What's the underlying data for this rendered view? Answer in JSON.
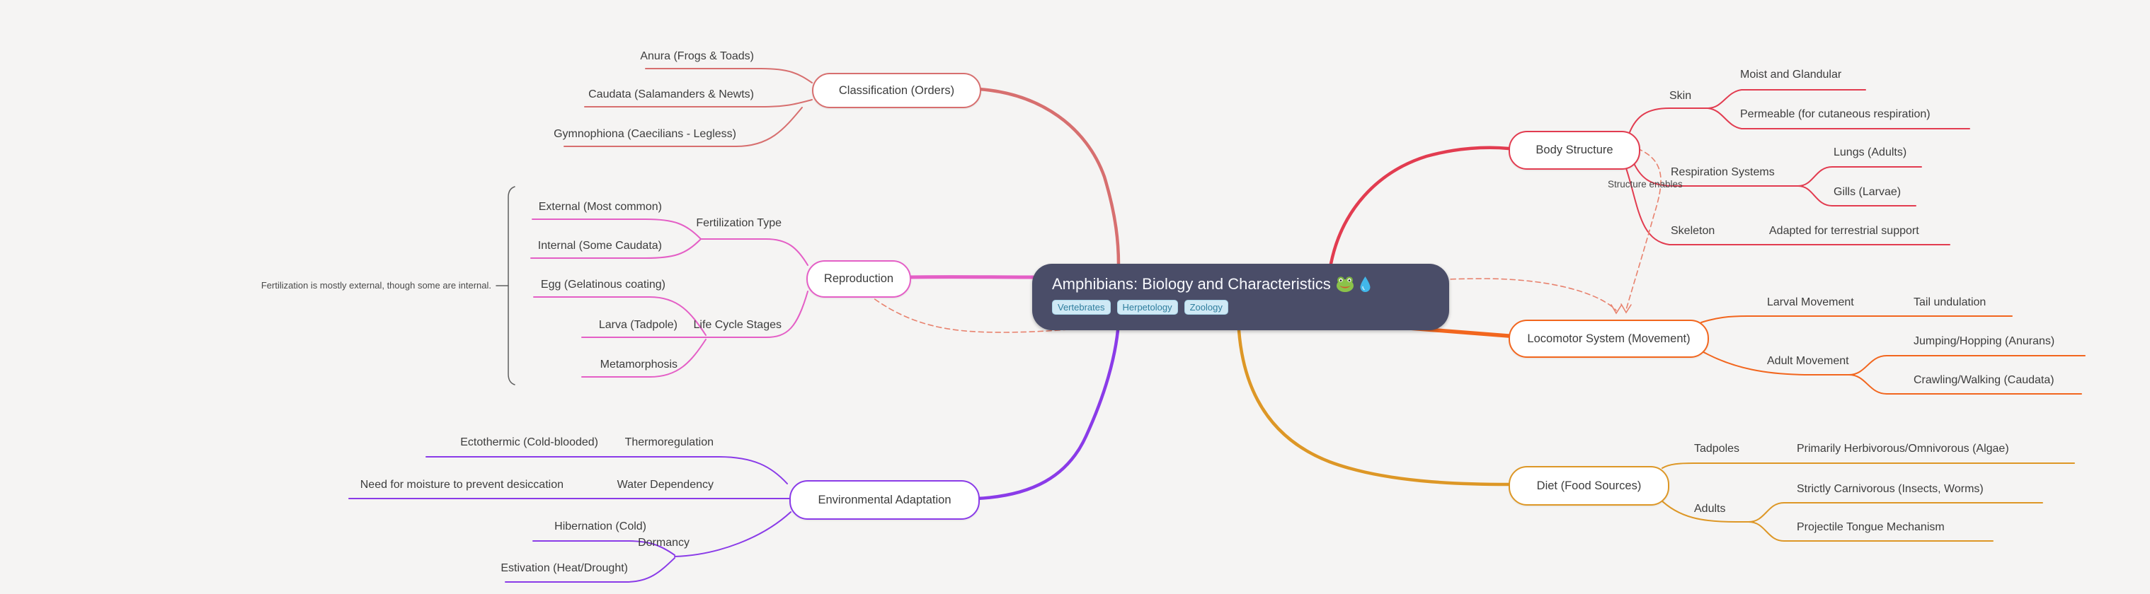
{
  "colors": {
    "background": "#f5f4f3",
    "central_bg": "#4a4d68",
    "central_text": "#f7f8fc",
    "tag_bg": "#cfe9f5",
    "tag_text": "#2f7e9e",
    "classification": "#d76f6f",
    "reproduction": "#e45fc6",
    "environment": "#8a3be8",
    "body_structure": "#e23c50",
    "locomotor": "#f2661e",
    "diet": "#dd9726",
    "relationship": "#e8826e",
    "text": "#3d3d3d"
  },
  "central": {
    "title": "Amphibians: Biology and Characteristics",
    "emoji_icons": [
      "frog-icon",
      "water-drop-icon"
    ],
    "tags": [
      "Vertebrates",
      "Herpetology",
      "Zoology"
    ]
  },
  "classification": {
    "label": "Classification (Orders)",
    "children": [
      "Anura (Frogs & Toads)",
      "Caudata (Salamanders & Newts)",
      "Gymnophiona (Caecilians - Legless)"
    ]
  },
  "reproduction": {
    "label": "Reproduction",
    "fertilization": {
      "label": "Fertilization Type",
      "children": [
        "External (Most common)",
        "Internal (Some Caudata)"
      ]
    },
    "lifecycle": {
      "label": "Life Cycle Stages",
      "children": [
        "Egg (Gelatinous coating)",
        "Larva (Tadpole)",
        "Metamorphosis"
      ]
    },
    "summary_note": "Fertilization is mostly external, though some are internal."
  },
  "environment": {
    "label": "Environmental Adaptation",
    "thermoregulation": {
      "label": "Thermoregulation",
      "children": [
        "Ectothermic (Cold-blooded)"
      ]
    },
    "water": {
      "label": "Water Dependency",
      "children": [
        "Need for moisture to prevent desiccation"
      ]
    },
    "dormancy": {
      "label": "Dormancy",
      "children": [
        "Hibernation (Cold)",
        "Estivation (Heat/Drought)"
      ]
    }
  },
  "body_structure": {
    "label": "Body Structure",
    "skin": {
      "label": "Skin",
      "children": [
        "Moist and Glandular",
        "Permeable (for cutaneous respiration)"
      ]
    },
    "respiration": {
      "label": "Respiration Systems",
      "children": [
        "Lungs (Adults)",
        "Gills (Larvae)"
      ]
    },
    "skeleton": {
      "label": "Skeleton",
      "children": [
        "Adapted for terrestrial support"
      ]
    }
  },
  "locomotor": {
    "label": "Locomotor System (Movement)",
    "larval": {
      "label": "Larval Movement",
      "children": [
        "Tail undulation"
      ]
    },
    "adult": {
      "label": "Adult Movement",
      "children": [
        "Jumping/Hopping (Anurans)",
        "Crawling/Walking (Caudata)"
      ]
    }
  },
  "diet": {
    "label": "Diet (Food Sources)",
    "tadpoles": {
      "label": "Tadpoles",
      "children": [
        "Primarily Herbivorous/Omnivorous (Algae)"
      ]
    },
    "adults": {
      "label": "Adults",
      "children": [
        "Strictly Carnivorous (Insects, Worms)",
        "Projectile Tongue Mechanism"
      ]
    }
  },
  "relationships": [
    {
      "from": "Body Structure",
      "to": "Locomotor System (Movement)",
      "label": "Structure enables"
    },
    {
      "from": "Reproduction",
      "to": "Locomotor System (Movement)",
      "label": ""
    }
  ]
}
